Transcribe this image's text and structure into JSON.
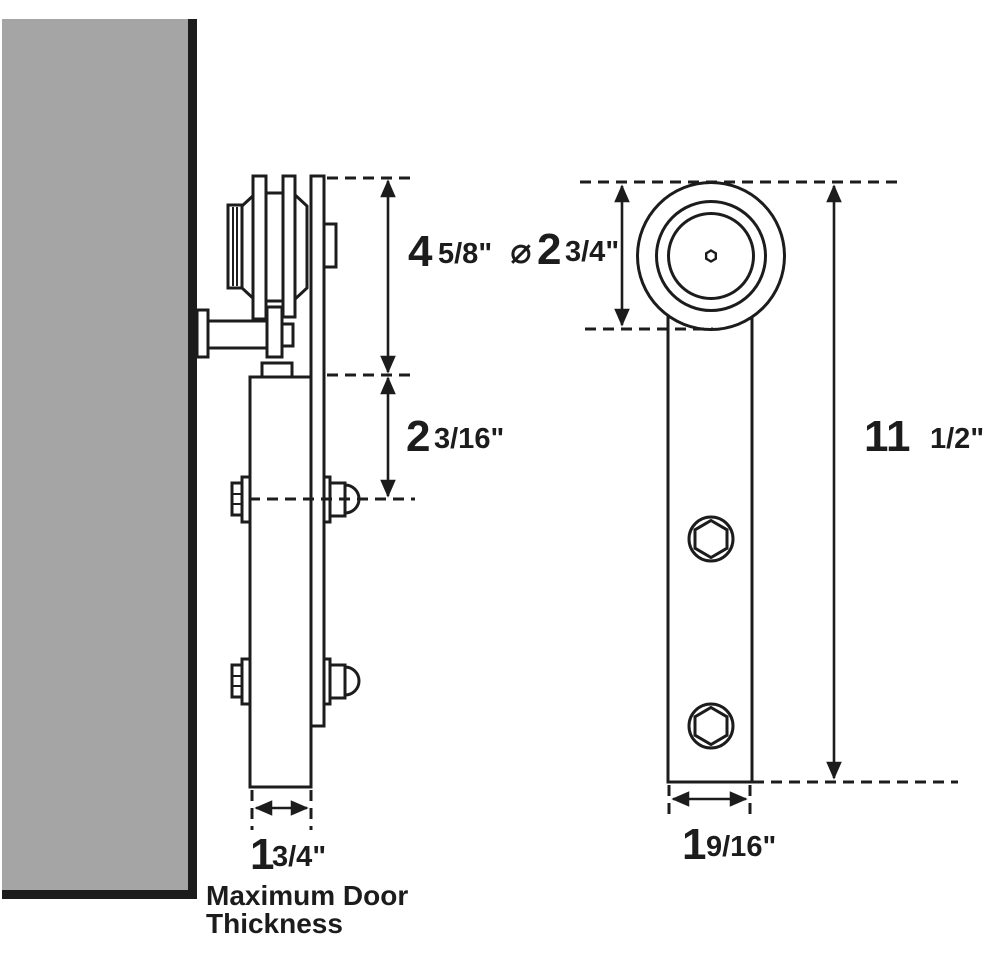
{
  "colors": {
    "line": "#1c1c1c",
    "wall_fill": "#a5a5a5",
    "background": "#ffffff"
  },
  "side_view": {
    "dim_a": {
      "whole": "4",
      "fraction": "5/8\""
    },
    "dim_b": {
      "whole": "2",
      "fraction": "3/16\""
    },
    "dim_thickness": {
      "whole": "1",
      "fraction": "3/4\""
    },
    "note_line1": "Maximum Door",
    "note_line2": "Thickness"
  },
  "front_view": {
    "dim_diameter": {
      "symbol": "⌀",
      "whole": "2",
      "fraction": "3/4\""
    },
    "dim_height": {
      "whole": "11",
      "fraction": "1/2\""
    },
    "dim_width": {
      "whole": "1",
      "fraction": "9/16\""
    }
  }
}
